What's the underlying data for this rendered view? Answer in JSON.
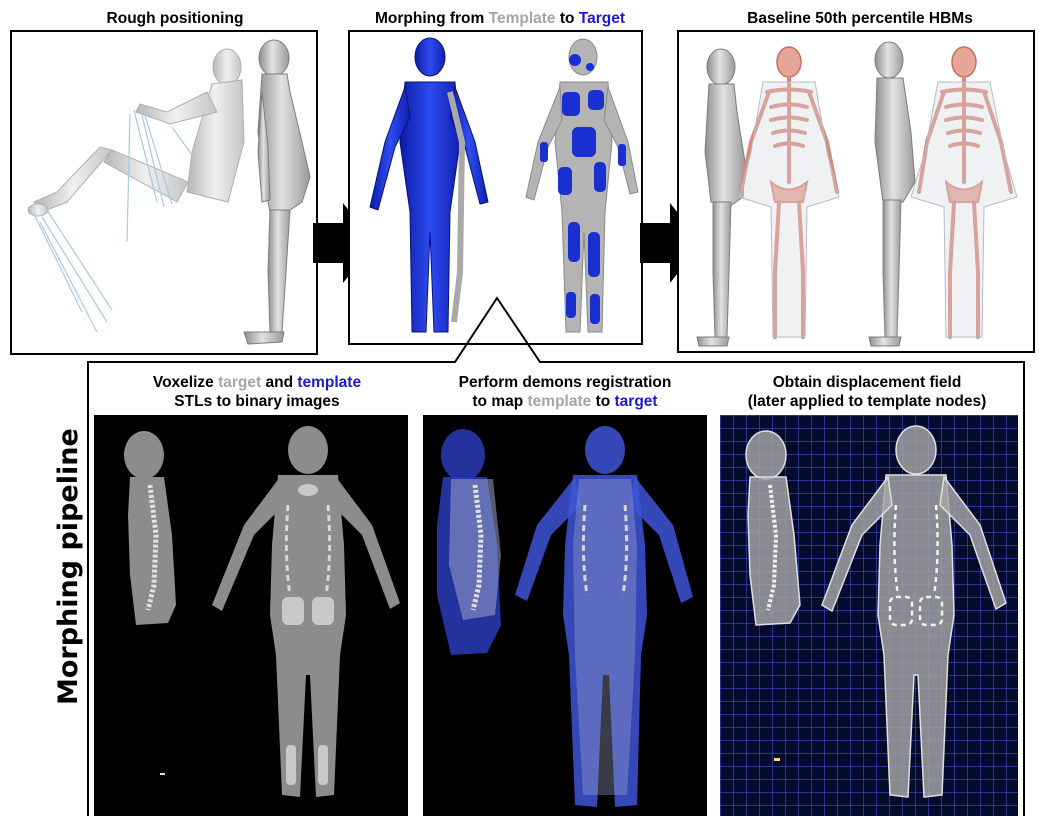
{
  "titles": {
    "rough": "Rough positioning",
    "morph_pre": "Morphing from ",
    "morph_template": "Template",
    "morph_mid": " to ",
    "morph_target": "Target",
    "baseline": "Baseline 50th percentile HBMs"
  },
  "pipeline": {
    "label": "Morphing pipeline",
    "voxelize": {
      "pre": "Voxelize ",
      "target": "target",
      "mid": " and ",
      "template": "template",
      "line2": "STLs to binary images"
    },
    "demons": {
      "line1": "Perform demons registration",
      "pre": "to map ",
      "template": "template",
      "mid": " to ",
      "target": "target"
    },
    "displacement": {
      "line1": "Obtain displacement field",
      "line2": "(later applied to template nodes)"
    }
  },
  "colors": {
    "template_text": "#a6a6a6",
    "target_text": "#1f17d6",
    "target_mesh": "#1a2fd0",
    "skeleton": "#d98877",
    "body_gray": "#b8b8b8",
    "grid_line": "#3a4fc8"
  }
}
